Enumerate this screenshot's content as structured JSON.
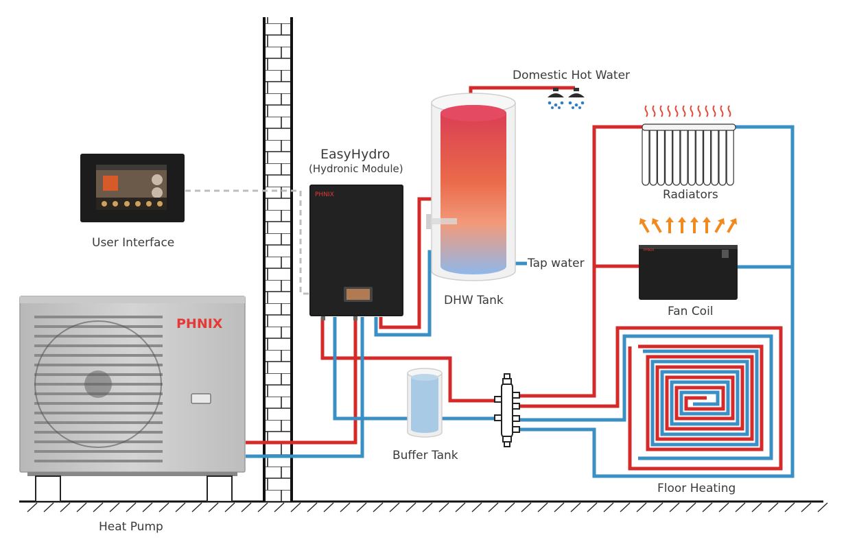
{
  "labels": {
    "user_interface": "User Interface",
    "module_title": "EasyHydro",
    "module_subtitle": "(Hydronic Module)",
    "domestic_hot_water": "Domestic Hot Water",
    "dhw_tank": "DHW Tank",
    "tap_water": "Tap water",
    "radiators": "Radiators",
    "fan_coil": "Fan Coil",
    "floor_heating": "Floor Heating",
    "buffer_tank": "Buffer Tank",
    "heat_pump": "Heat Pump"
  },
  "brand": {
    "module_logo": "PHNIX",
    "heat_pump_logo": "PHNIX",
    "fan_coil_logo": "PHNIX"
  },
  "colors": {
    "supply_pipe": "#d42a2a",
    "return_pipe": "#3a8fc4",
    "heat_arrow": "#f08a1e",
    "radiator_wave": "#e0483a",
    "brand_red": "#e53935"
  }
}
